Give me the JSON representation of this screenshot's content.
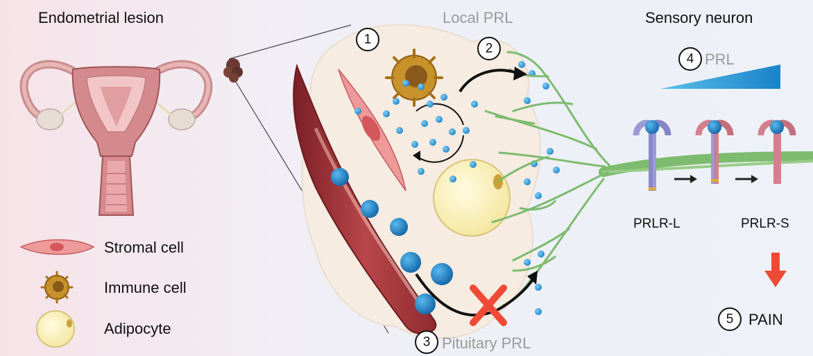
{
  "headings": {
    "endometrial_lesion": "Endometrial lesion",
    "local_prl": "Local PRL",
    "sensory_neuron": "Sensory neuron",
    "pituitary_prl": "Pituitary PRL",
    "prl": "PRL",
    "pain": "PAIN"
  },
  "steps": [
    "1",
    "2",
    "3",
    "4",
    "5"
  ],
  "receptors": {
    "long": "PRLR-L",
    "short": "PRLR-S"
  },
  "legend": [
    {
      "label": "Stromal cell",
      "icon": "stromal-cell-icon"
    },
    {
      "label": "Immune cell",
      "icon": "immune-cell-icon"
    },
    {
      "label": "Adipocyte",
      "icon": "adipocyte-icon"
    }
  ],
  "colors": {
    "prl_dot": "#3fa4dc",
    "neuron": "#7dbb6e",
    "vessel": "#a8363a",
    "pain_arrow": "#ef4a35",
    "block_x": "#ef4a35",
    "receptor_long": "#9b9ad6",
    "receptor_short": "#d3808e"
  }
}
